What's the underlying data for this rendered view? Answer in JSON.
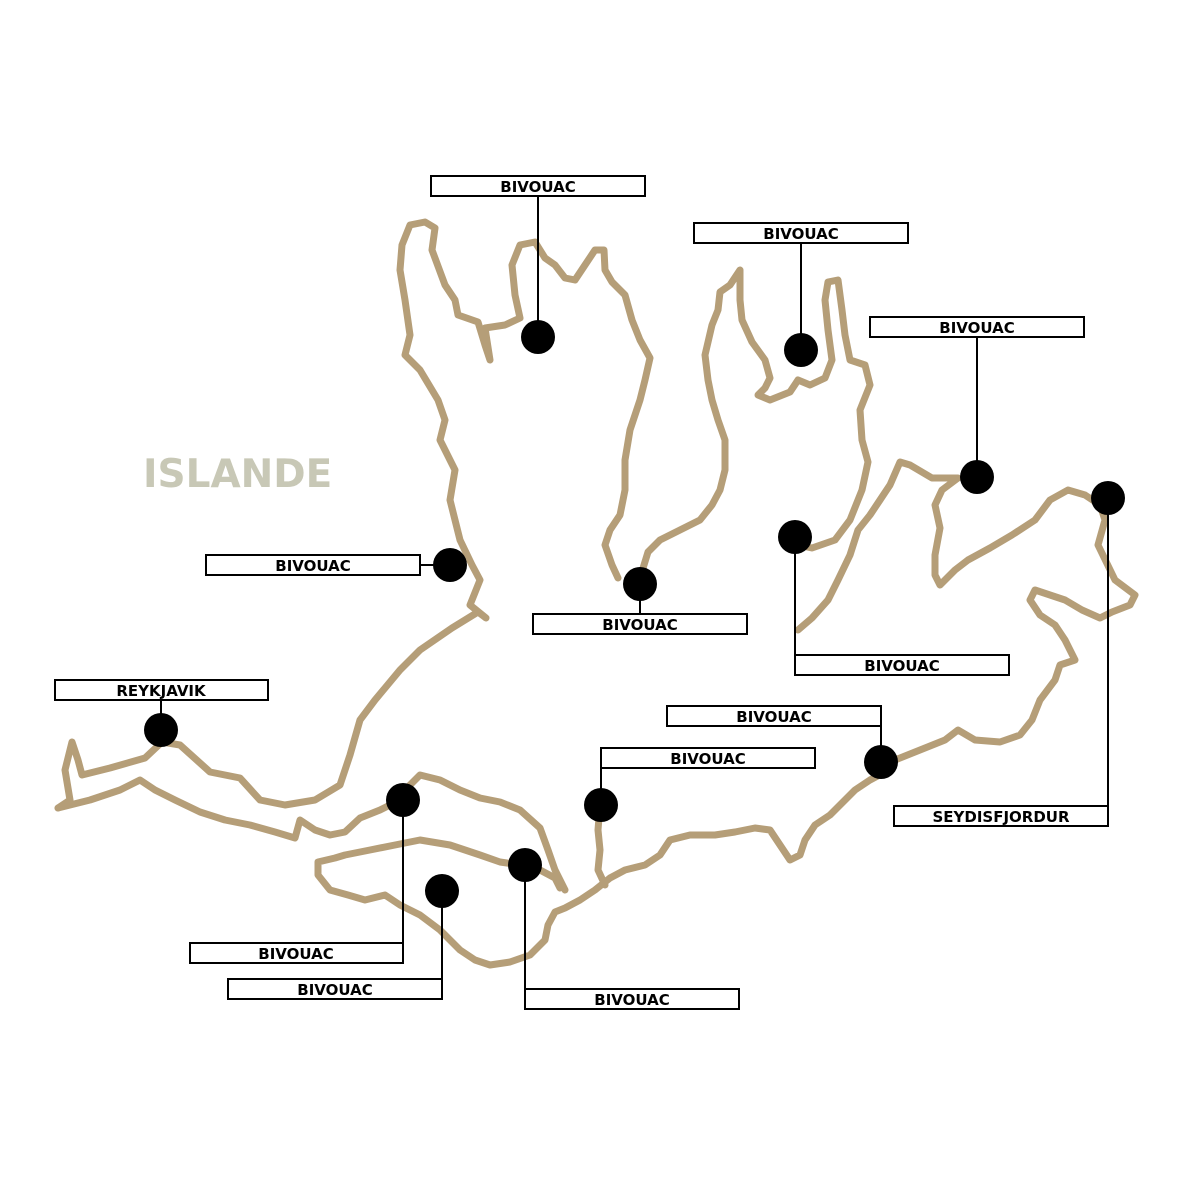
{
  "map": {
    "title": "ISLANDE",
    "title_color": "#c8c8b6",
    "route_color": "#b59e78",
    "marker_color": "#000000"
  },
  "labels": {
    "bivouac_north1": "BIVOUAC",
    "bivouac_north2": "BIVOUAC",
    "bivouac_northeast": "BIVOUAC",
    "bivouac_west": "BIVOUAC",
    "bivouac_center": "BIVOUAC",
    "bivouac_east_center": "BIVOUAC",
    "reykjavik": "REYKJAVIK",
    "bivouac_southeast": "BIVOUAC",
    "bivouac_south_center": "BIVOUAC",
    "bivouac_south1": "BIVOUAC",
    "bivouac_south2": "BIVOUAC",
    "bivouac_south3": "BIVOUAC",
    "seydisfjordur": "SEYDISFJORDUR"
  }
}
